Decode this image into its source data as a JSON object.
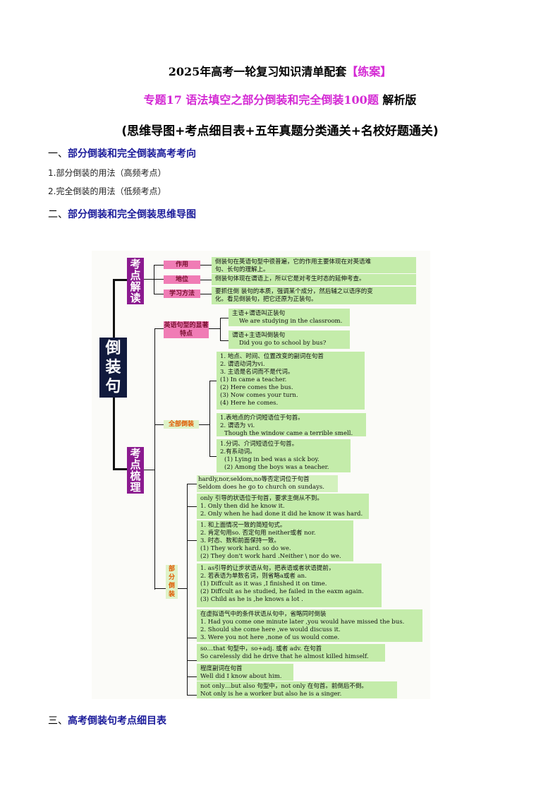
{
  "header": {
    "title_main": "2025年高考一轮复习知识清单配套",
    "title_tag": "【练案】",
    "subtitle_colored": "专题17 语法填空之部分倒装和完全倒装100题",
    "subtitle_suffix": " 解析版",
    "subtitle2": "(思维导图+考点细目表+五年真题分类通关+名校好题通关)"
  },
  "sections": [
    {
      "num": "一、",
      "title": "部分倒装和完全倒装高考考向",
      "items": [
        "1.部分倒装的用法（高频考点）",
        "2.完全倒装的用法（低频考点）"
      ]
    },
    {
      "num": "二、",
      "title": "部分倒装和完全倒装思维导图"
    },
    {
      "num": "三、",
      "title": "高考倒装句考点细目表"
    }
  ],
  "mindmap": {
    "root": "倒装句",
    "branch1": {
      "label": "考点解读",
      "items": [
        {
          "label": "作用",
          "text": [
            "倒装句在英语句型中很普遍，它的作用主要体现在对英语难",
            "句、长句的理解上。"
          ]
        },
        {
          "label": "地位",
          "text": [
            "倒装句体现在谓语上，所以它是对考生时态的延伸考查。"
          ]
        },
        {
          "label": "学习方法",
          "text": [
            "要抓住倒 装句的本质，强调某个成分，然后辅之以语序的变",
            "化。看见倒装句，把它还原为正装句。"
          ]
        }
      ]
    },
    "branch2": {
      "label": "考点梳理",
      "features": {
        "label": "英语句型的显著特点",
        "items": [
          [
            "主语+谓语叫正装句",
            "We are studying in the classroom."
          ],
          [
            "谓语+主语叫倒装句",
            "Did you go to school by bus?"
          ]
        ]
      },
      "full": {
        "label": "全部倒装",
        "items": [
          [
            "1. 地点、时间、位置改变的副词在句首",
            "2. 谓语动词为vi.",
            "3. 主语是名词而不是代词。",
            "(1) In came a teacher.",
            "(2) Here comes the bus.",
            "(3) Now comes your turn.",
            "(4) Here he comes."
          ],
          [
            "1.表地点的介词短语位于句首。",
            "2. 谓语为 vi.",
            "Though the window came a terrible smell."
          ],
          [
            "1.分词、介词短语位于句首。",
            "2.有系动词。",
            "(1) Lying in bed was a sick boy.",
            "(2) Among the boys was a teacher."
          ]
        ]
      },
      "partial": {
        "label": "部分倒装",
        "items": [
          [
            "hardly,nor,seldom,no等否定词位于句首",
            "Seldom does he go to church on sundays."
          ],
          [
            "only 引导的状语位于句首，要求主倒从不到。",
            "1. Only then did he know it.",
            "2. Only when he had done it did he know it was hard."
          ],
          [
            "1. 和上面情况一致的简短句式。",
            "2. 肯定句用so. 否定句用 neither或者 nor.",
            "3. 时态、数和前面保持一致。",
            "(1) They work hard. so do we.",
            "(2) They don't work hard .Neither \\ nor do we."
          ],
          [
            "1. as引导的让步状语从句，把表语或者状语提前，",
            "2. 若表语为单数名词，则省略a或者 an.",
            "(1) Diffcult as it was ,I finished it on time.",
            "(2) Diffcult as he studied, he failed in the eaxm again.",
            "(3) Child as he is ,he knows a lot ."
          ],
          [
            "在虚拟语气中的条件状语从句中，省略同时倒装",
            "1.  Had you come one minute later ,you would have missed the bus.",
            "2.  Should she come here ,we would discuss it.",
            "3.  Were you not here ,none of  us would come."
          ],
          [
            "so…that 句型中，so+adj. 或者 adv. 在句首",
            "So carelessly did he drive that he almost killed himself."
          ],
          [
            "程度副词在句首",
            "Well did I know about him."
          ],
          [
            "not only…but also 句型中，not only 在句首。前倒后不倒。",
            "Not only is  he  a worker but also he is a singer."
          ]
        ]
      }
    }
  }
}
